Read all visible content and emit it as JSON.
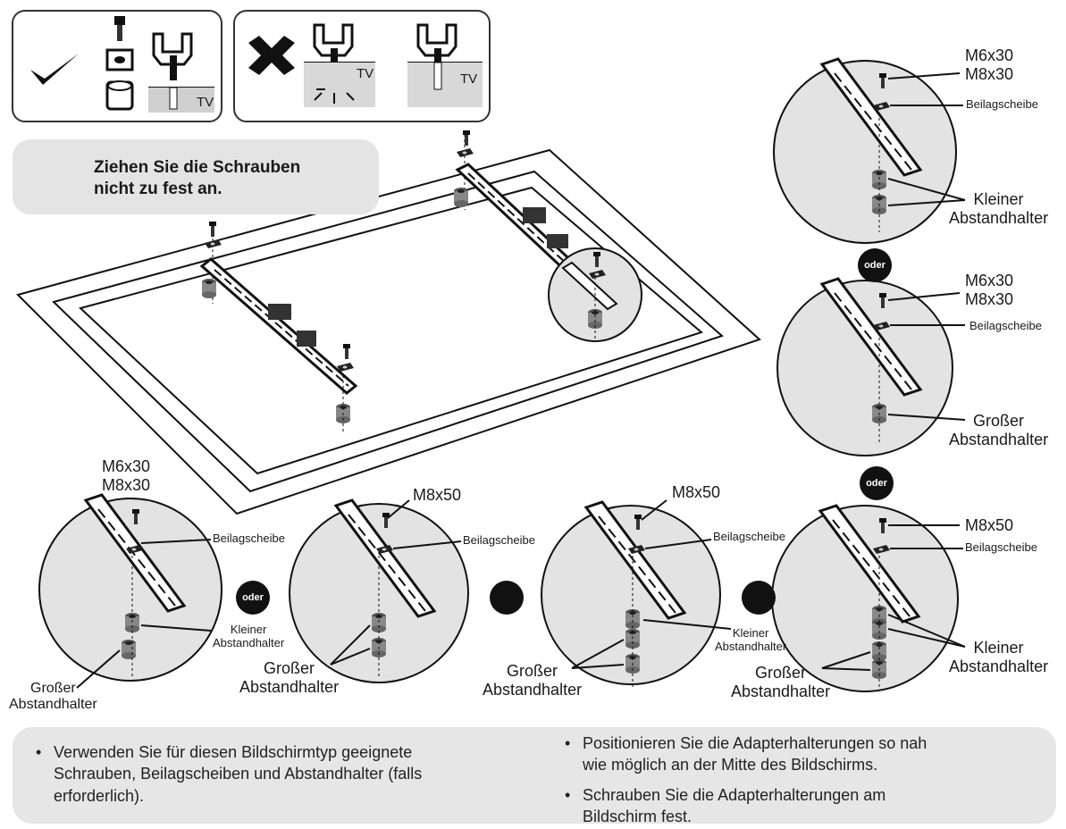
{
  "warning": {
    "line1": "Ziehen Sie die Schrauben",
    "line2": "nicht zu fest an."
  },
  "tv_label": "TV",
  "right_column": {
    "top": {
      "screw": [
        "M6x30",
        "M8x30"
      ],
      "washer": "Beilagscheibe",
      "spacer": [
        "Kleiner",
        "Abstandhalter"
      ]
    },
    "oder_1": "oder",
    "middle": {
      "screw": [
        "M6x30",
        "M8x30"
      ],
      "washer": "Beilagscheibe",
      "spacer": [
        "Großer",
        "Abstandhalter"
      ]
    },
    "oder_2": "oder",
    "bottom": {
      "screw": "M8x50",
      "washer": "Beilagscheibe",
      "spacer": [
        "Kleiner",
        "Abstandhalter"
      ],
      "spacer_large": [
        "Großer",
        "Abstandhalter"
      ]
    }
  },
  "bottom_row": {
    "c1": {
      "screw": [
        "M6x30",
        "M8x30"
      ],
      "washer": "Beilagscheibe",
      "small_spacer": [
        "Kleiner",
        "Abstandhalter"
      ],
      "large_spacer": [
        "Großer",
        "Abstandhalter"
      ]
    },
    "oder_a": "oder",
    "c2": {
      "screw": "M8x50",
      "washer": "Beilagscheibe",
      "large_spacer": [
        "Großer",
        "Abstandhalter"
      ]
    },
    "c3": {
      "screw": "M8x50",
      "washer": "Beilagscheibe",
      "small_spacer": [
        "Kleiner",
        "Abstandhalter"
      ],
      "large_spacer": [
        "Großer",
        "Abstandhalter"
      ]
    }
  },
  "notes": {
    "left": [
      "Verwenden Sie für diesen Bildschirmtyp geeignete",
      "Schrauben, Beilagscheiben und Abstandhalter (falls",
      "erforderlich)."
    ],
    "right_1": [
      "Positionieren Sie die Adapterhalterungen so nah",
      "wie möglich an der Mitte des Bildschirms."
    ],
    "right_2": [
      "Schrauben Sie die Adapterhalterungen am",
      "Bildschirm fest."
    ]
  },
  "colors": {
    "circle_fill": "#e3e3e3",
    "note_bg": "#e6e6e6",
    "line": "#1a1a1a",
    "ink": "#1a1a1a"
  }
}
